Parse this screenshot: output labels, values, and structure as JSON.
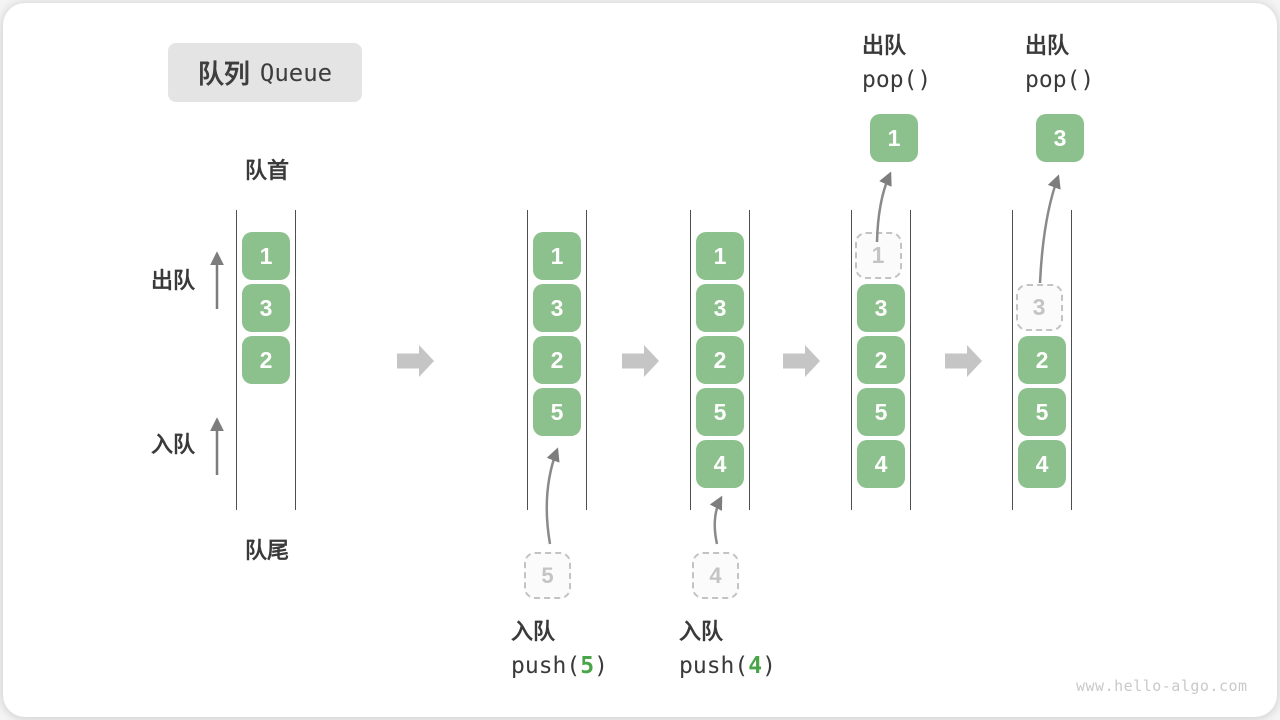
{
  "title": {
    "zh": "队列",
    "en": "Queue"
  },
  "labels": {
    "front": "队首",
    "rear": "队尾",
    "dequeue": "出队",
    "enqueue": "入队"
  },
  "colors": {
    "box_green": "#8cc08c",
    "arg_green": "#4aa44a",
    "block_arrow_gray": "#c5c5c5",
    "thin_arrow_gray": "#7d7d7d",
    "dashed_gray": "#c3c3c3",
    "line_dark": "#4f4f4f"
  },
  "columns": [
    {
      "name": "state-initial",
      "boxes": [
        "1",
        "3",
        "2"
      ]
    },
    {
      "name": "state-after-push-5",
      "boxes": [
        "1",
        "3",
        "2",
        "5"
      ],
      "incoming": "5",
      "caption": {
        "op": "入队",
        "fn_open": "push(",
        "arg": "5",
        "fn_close": ")"
      }
    },
    {
      "name": "state-after-push-4",
      "boxes": [
        "1",
        "3",
        "2",
        "5",
        "4"
      ],
      "incoming": "4",
      "caption": {
        "op": "入队",
        "fn_open": "push(",
        "arg": "4",
        "fn_close": ")"
      }
    },
    {
      "name": "state-pop-1",
      "dashed": "1",
      "boxes": [
        "3",
        "2",
        "5",
        "4"
      ],
      "popped": "1",
      "caption": {
        "op": "出队",
        "fn": "pop()"
      }
    },
    {
      "name": "state-pop-3",
      "dashed": "3",
      "boxes": [
        "2",
        "5",
        "4"
      ],
      "popped": "3",
      "caption": {
        "op": "出队",
        "fn": "pop()"
      }
    }
  ],
  "watermark": "www.hello-algo.com"
}
